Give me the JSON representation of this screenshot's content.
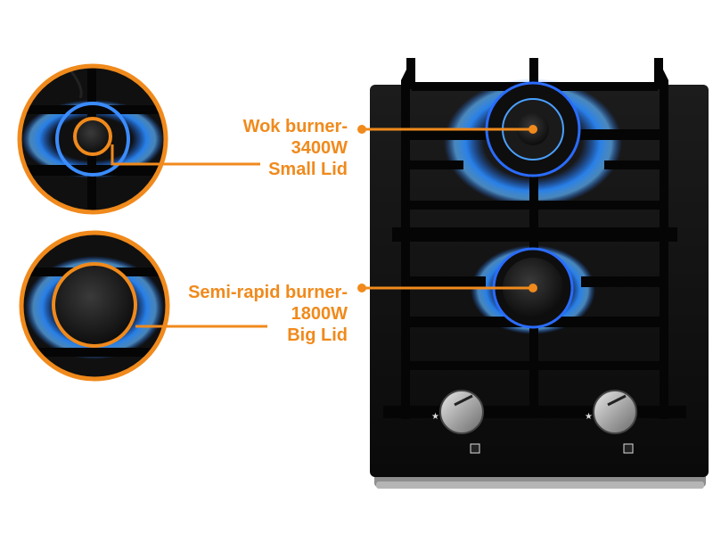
{
  "callouts": {
    "wok": {
      "line1": "Wok burner-",
      "line2": "3400W",
      "line3": "Small Lid"
    },
    "semi_rapid": {
      "line1": "Semi-rapid burner-",
      "line2": "1800W",
      "line3": "Big Lid"
    }
  },
  "colors": {
    "accent": "#f08a1c",
    "flame": "#1e6fff",
    "glass": "#141414",
    "grate": "#050505",
    "steel": "#9c9c9c"
  },
  "icons": [
    "burner-detail-closeup",
    "gas-cooktop",
    "control-knob",
    "ignition-icon"
  ]
}
